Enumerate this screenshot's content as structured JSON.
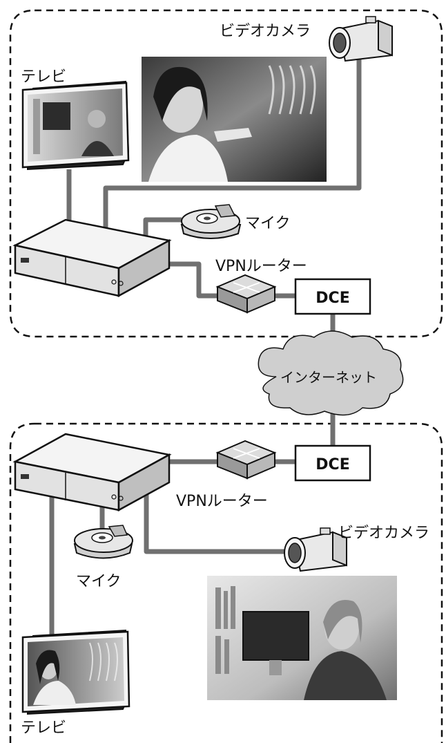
{
  "site_a": {
    "tv_label": "テレビ",
    "camera_label": "ビデオカメラ",
    "mic_label": "マイク",
    "router_label": "VPNルーター",
    "dce_label": "DCE"
  },
  "network": {
    "cloud_label": "インターネット"
  },
  "site_b": {
    "tv_label": "テレビ",
    "camera_label": "ビデオカメラ",
    "mic_label": "マイク",
    "router_label": "VPNルーター",
    "dce_label": "DCE"
  },
  "colors": {
    "cable": "#707070",
    "dashed_border": "#111111",
    "device_fill": "#f2f2f2",
    "device_stroke": "#111111",
    "cloud_fill": "#cfcfcf"
  }
}
